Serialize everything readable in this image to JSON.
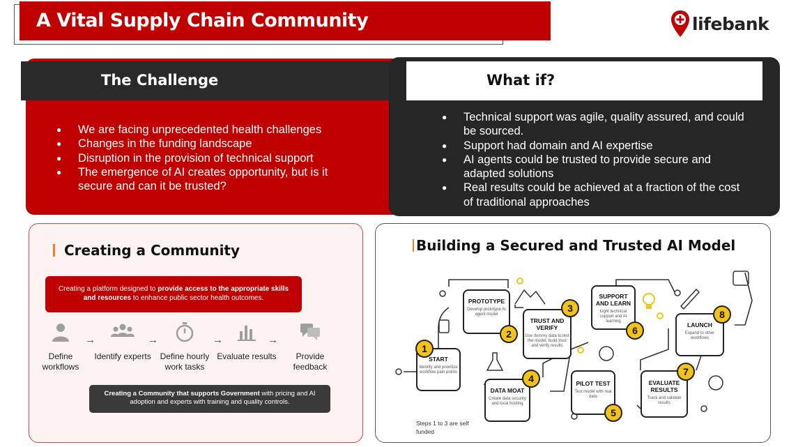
{
  "header": {
    "title": "A Vital Supply Chain Community"
  },
  "logo": {
    "text": "lifebank",
    "icon": "lifebank-pin-icon"
  },
  "challenge": {
    "heading": "The Challenge",
    "bullets": [
      "We are facing unprecedented health challenges",
      "Changes in the funding landscape",
      "Disruption in the provision of technical support",
      "The emergence of AI creates opportunity, but is it secure and can it be trusted?"
    ]
  },
  "whatif": {
    "heading": "What if?",
    "bullets": [
      "Technical support was agile, quality assured, and could be sourced.",
      "Support had domain and AI expertise",
      "AI agents could be trusted to provide secure and adapted solutions",
      "Real results could be achieved at a fraction of the cost of traditional approaches"
    ]
  },
  "community": {
    "title": "Creating a Community",
    "red_box": {
      "pre": "Creating a platform designed to ",
      "bold": "provide access to the appropriate skills and resources",
      "post": " to enhance public sector health outcomes."
    },
    "steps": [
      {
        "label": "Define workflows",
        "icon": "person-icon"
      },
      {
        "label": "Identify experts",
        "icon": "group-icon"
      },
      {
        "label": "Define hourly work tasks",
        "icon": "stopwatch-icon"
      },
      {
        "label": "Evaluate results",
        "icon": "bar-chart-icon"
      },
      {
        "label": "Provide feedback",
        "icon": "chat-icon"
      }
    ],
    "arrow": "→",
    "dark_box": {
      "bold": "Creating a Community that supports Government",
      "post": " with pricing and AI adoption and experts with training and quality controls."
    }
  },
  "ai_model": {
    "title": "Building a Secured and Trusted AI Model",
    "nodes": [
      {
        "number": "1",
        "heading": "START",
        "desc": "Identify and prioritize workflow pain points"
      },
      {
        "number": "2",
        "heading": "PROTOTYPE",
        "desc": "Develop prototype AI agent model"
      },
      {
        "number": "3",
        "heading": "TRUST AND VERIFY",
        "desc": "Use dummy data to test the model, build trust and verify results"
      },
      {
        "number": "4",
        "heading": "DATA MOAT",
        "desc": "Create data security and local hosting"
      },
      {
        "number": "5",
        "heading": "PILOT TEST",
        "desc": "Test model with real data"
      },
      {
        "number": "6",
        "heading": "SUPPORT AND LEARN",
        "desc": "Light technical support and AI learning"
      },
      {
        "number": "7",
        "heading": "EVALUATE RESULTS",
        "desc": "Track and validate results"
      },
      {
        "number": "8",
        "heading": "LAUNCH",
        "desc": "Expand to other workflows"
      }
    ],
    "footnote": "Steps 1 to 3 are self funded",
    "accent": "#f3c31c"
  },
  "colors": {
    "brand_red": "#c00000",
    "dark": "#262626",
    "accent_orange": "#e8811a"
  }
}
